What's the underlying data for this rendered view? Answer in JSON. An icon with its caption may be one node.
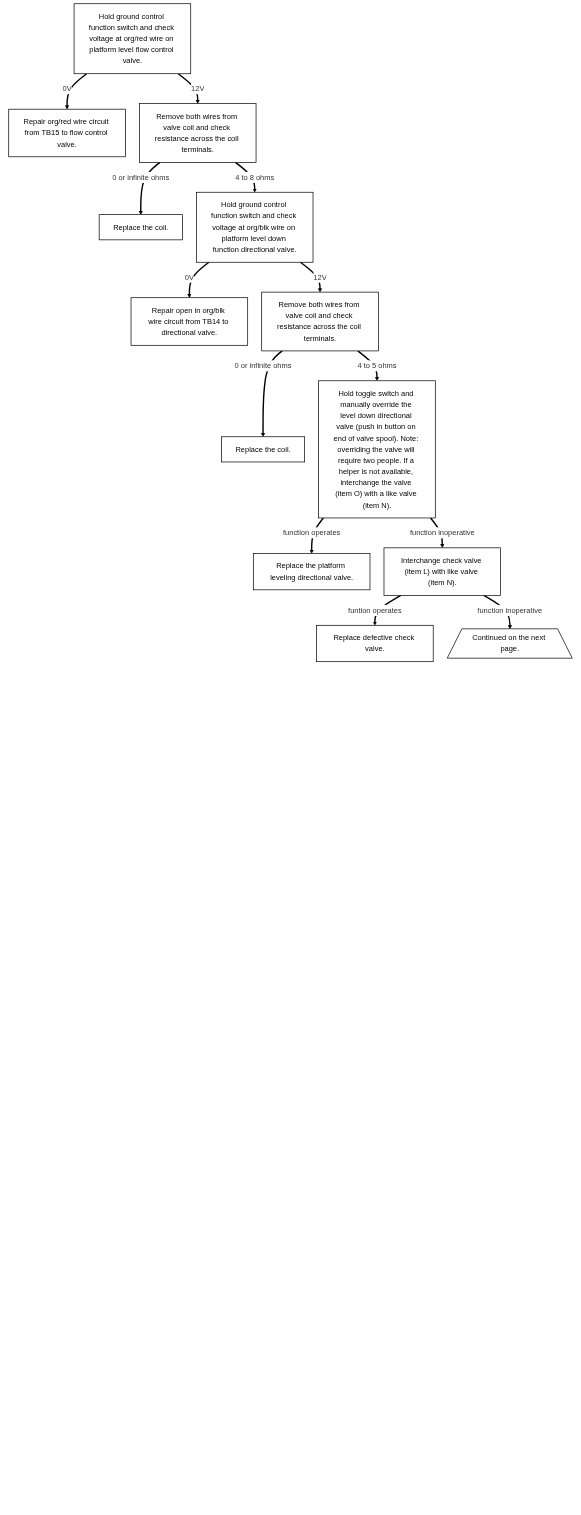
{
  "diagram": {
    "nodes": [
      {
        "text": [
          "Hold ground control function switch and check voltage at org/red wire on platform level flow control valve."
        ]
      },
      {
        "text": [
          "Repair org/red wire circuit from TB15 to flow control valve."
        ]
      },
      {
        "text": [
          "Remove both wires from valve coil and check resistance across the coil terminals."
        ]
      },
      {
        "text": [
          "Replace the coil."
        ]
      },
      {
        "text": [
          "Hold ground control function switch and check voltage at org/blk wire on platform level down function directional valve."
        ]
      },
      {
        "text": [
          "Repair open in org/blk wire circuit from TB14 to directional valve."
        ]
      },
      {
        "text": [
          "Remove both wires from valve coil and check resistance across the coil terminals."
        ]
      },
      {
        "text": [
          "Replace the coil."
        ]
      },
      {
        "text": [
          "Hold toggle switch and manually override the level down directional valve (push in button on end of valve spool). Note: overriding the valve will require two people. If a helper is not available, interchange the valve (item O) with a like valve (item N)."
        ]
      },
      {
        "text": [
          "Replace the platform leveling directional valve."
        ]
      },
      {
        "text": [
          "Interchange check valve (item L) with like valve (item N)."
        ]
      },
      {
        "text": [
          "Replace defective check valve."
        ]
      },
      {
        "text": [
          "Continued on the next page."
        ]
      }
    ],
    "edges": [
      {
        "from": 0,
        "to": 1,
        "arrow": "to",
        "label": "0V"
      },
      {
        "from": 0,
        "to": 2,
        "arrow": "to",
        "label": "12V"
      },
      {
        "from": 2,
        "to": 3,
        "arrow": "to",
        "label": "0 or infinite ohms"
      },
      {
        "from": 2,
        "to": 4,
        "arrow": "to",
        "label": "4 to 8 ohms"
      },
      {
        "from": 4,
        "to": 5,
        "arrow": "to",
        "label": "0V"
      },
      {
        "from": 4,
        "to": 6,
        "arrow": "to",
        "label": "12V"
      },
      {
        "from": 6,
        "to": 7,
        "arrow": "to",
        "label": "0 or infinite ohms"
      },
      {
        "from": 6,
        "to": 8,
        "arrow": "to",
        "label": "4 to 5 ohms"
      },
      {
        "from": 8,
        "to": 9,
        "arrow": "to",
        "label": "function operates"
      },
      {
        "from": 8,
        "to": 10,
        "arrow": "to",
        "label": "function inoperative"
      },
      {
        "from": 10,
        "to": 11,
        "arrow": "to",
        "label": "funtion operates"
      },
      {
        "from": 10,
        "to": 12,
        "arrow": "to",
        "label": "function inoperative"
      }
    ]
  }
}
